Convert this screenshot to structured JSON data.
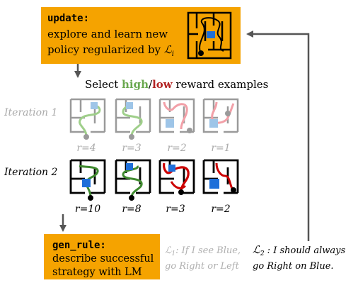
{
  "update_box": {
    "keyword": "update:",
    "line1": "explore and learn new",
    "line2_prefix": "policy regularized by ",
    "line2_symbol": "ℒ",
    "line2_sub": "i",
    "fill_color": "#f5a300"
  },
  "select_line": {
    "prefix": "Select ",
    "high": "high",
    "slash": "/",
    "low": "low",
    "suffix": " reward examples",
    "high_color": "#6aa84f",
    "low_color": "#b22222"
  },
  "iterations": [
    {
      "label": "Iteration 1",
      "rewards": [
        "r=4",
        "r=3",
        "r=2",
        "r=1"
      ],
      "style": "faded"
    },
    {
      "label": "Iteration 2",
      "rewards": [
        "r=10",
        "r=8",
        "r=3",
        "r=2"
      ],
      "style": "solid"
    }
  ],
  "gen_rule_box": {
    "keyword": "gen_rule:",
    "line1": "describe successful",
    "line2": "strategy with LM",
    "fill_color": "#f5a300"
  },
  "rule_l1": {
    "symbol": "ℒ",
    "sub": "1",
    "line1": ": If I see Blue,",
    "line2": "go Right or Left"
  },
  "rule_l2": {
    "symbol": "ℒ",
    "sub": "2",
    "line1": " : I should always",
    "line2": "go Right on Blue."
  },
  "colors": {
    "green_path": "#6aa84f",
    "red_path": "#cc0000",
    "blue_goal": "#1e6fd9",
    "light_blue": "#9ec5e8",
    "grey": "#9a9a9a",
    "pink": "#f2a0a8"
  },
  "icons": [
    "maze-icon",
    "arrow-icon"
  ]
}
